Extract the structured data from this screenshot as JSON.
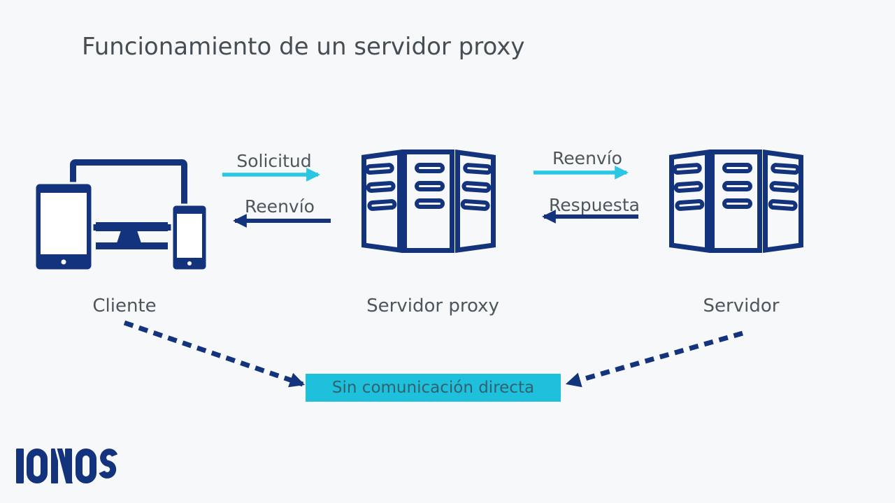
{
  "title": "Funcionamiento de un servidor proxy",
  "colors": {
    "bg": "#f7f8f9",
    "navy": "#13337d",
    "cyan": "#2bc6e3",
    "box_cyan": "#1ec0dc",
    "title_gray": "#454e53",
    "label_gray": "#4d565a",
    "box_text": "#33616f"
  },
  "nodes": [
    {
      "label": "Cliente",
      "icon": "client-devices-icon"
    },
    {
      "label": "Servidor proxy",
      "icon": "server-rack-icon"
    },
    {
      "label": "Servidor",
      "icon": "server-rack-icon"
    }
  ],
  "flows": {
    "client_to_proxy": {
      "label": "Solicitud",
      "direction": "right",
      "color": "cyan"
    },
    "proxy_to_client": {
      "label": "Reenvío",
      "direction": "left",
      "color": "navy"
    },
    "proxy_to_server": {
      "label": "Reenvío",
      "direction": "right",
      "color": "cyan"
    },
    "server_to_proxy": {
      "label": "Respuesta",
      "direction": "left",
      "color": "navy"
    }
  },
  "no_direct_label": "Sin comunicación directa",
  "logo_text": "IONOS"
}
